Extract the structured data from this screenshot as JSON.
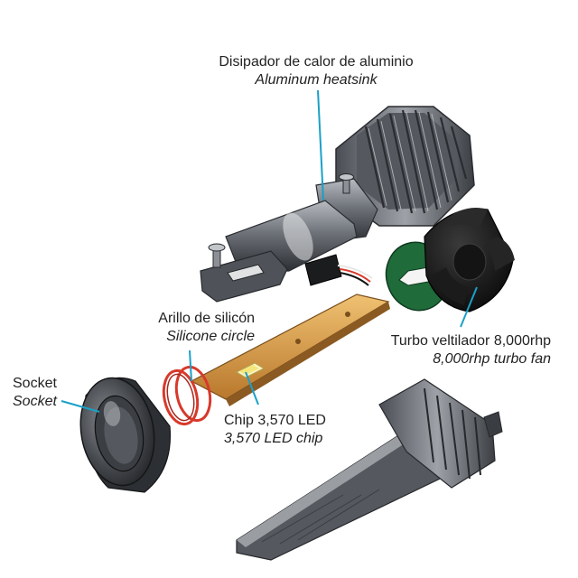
{
  "labels": {
    "heatsink": {
      "es": "Disipador de calor de aluminio",
      "en": "Aluminum heatsink"
    },
    "silicone": {
      "es": "Arillo de silicón",
      "en": "Silicone circle"
    },
    "socket": {
      "es": "Socket",
      "en": "Socket"
    },
    "chip": {
      "es": "Chip 3,570 LED",
      "en": "3,570 LED chip"
    },
    "fan": {
      "es": "Turbo veltilador 8,000rhp",
      "en": "8,000rhp turbo fan"
    }
  },
  "colors": {
    "leader": "#1aa0c8",
    "metal_dark": "#3a3d42",
    "metal_mid": "#6b6f75",
    "metal_light": "#a9adb2",
    "pcb": "#d9a04a",
    "ring": "#d8392b",
    "gasket": "#1f6b3a"
  }
}
